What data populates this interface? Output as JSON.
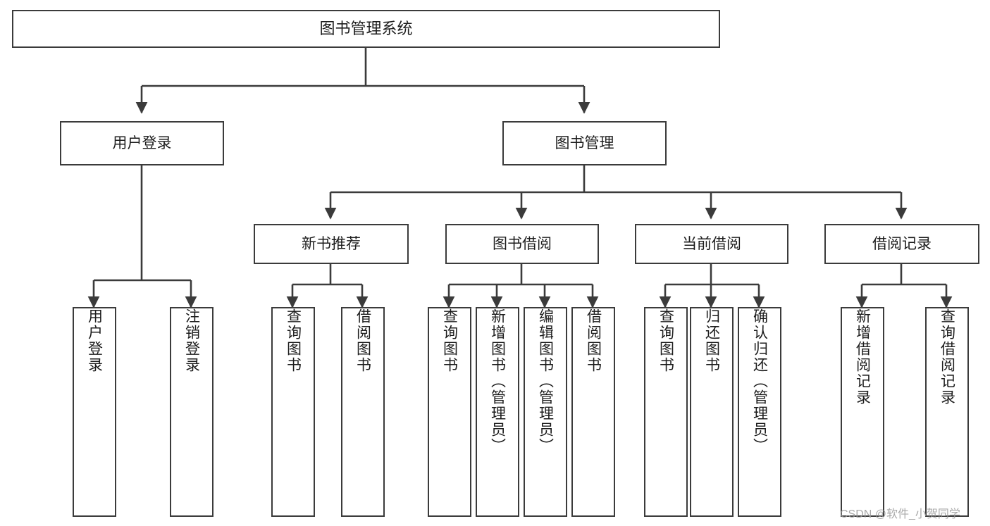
{
  "diagram": {
    "type": "tree-hierarchy",
    "title": "图书管理系统",
    "colors": {
      "background": "#ffffff",
      "box_border": "#3b3b3b",
      "box_fill": "#ffffff",
      "connector": "#3b3b3b",
      "text": "#1c1c1c",
      "watermark": "#9a9a9a"
    },
    "root": {
      "label": "图书管理系统"
    },
    "level2": [
      {
        "id": "user-login",
        "label": "用户登录"
      },
      {
        "id": "book-manage",
        "label": "图书管理"
      }
    ],
    "level3": [
      {
        "id": "new-book-recommend",
        "label": "新书推荐"
      },
      {
        "id": "book-borrow",
        "label": "图书借阅"
      },
      {
        "id": "current-borrow",
        "label": "当前借阅"
      },
      {
        "id": "borrow-record",
        "label": "借阅记录"
      }
    ],
    "leaves": {
      "user_login": [
        {
          "id": "leaf-user-login",
          "label": "用户登录"
        },
        {
          "id": "leaf-logout-login",
          "label": "注销登录"
        }
      ],
      "new_book_recommend": [
        {
          "id": "leaf-query-book-1",
          "label": "查询图书"
        },
        {
          "id": "leaf-borrow-book-1",
          "label": "借阅图书"
        }
      ],
      "book_borrow": [
        {
          "id": "leaf-query-book-2",
          "label": "查询图书"
        },
        {
          "id": "leaf-add-book",
          "label": "新增图书（管理员）"
        },
        {
          "id": "leaf-edit-book",
          "label": "编辑图书（管理员）"
        },
        {
          "id": "leaf-borrow-book-2",
          "label": "借阅图书"
        }
      ],
      "current_borrow": [
        {
          "id": "leaf-query-book-3",
          "label": "查询图书"
        },
        {
          "id": "leaf-return-book",
          "label": "归还图书"
        },
        {
          "id": "leaf-confirm-return",
          "label": "确认归还（管理员）"
        }
      ],
      "borrow_record": [
        {
          "id": "leaf-add-record",
          "label": "新增借阅记录"
        },
        {
          "id": "leaf-query-record",
          "label": "查询借阅记录"
        }
      ]
    }
  },
  "watermark": {
    "text": "CSDN @软件_小贺同学"
  }
}
